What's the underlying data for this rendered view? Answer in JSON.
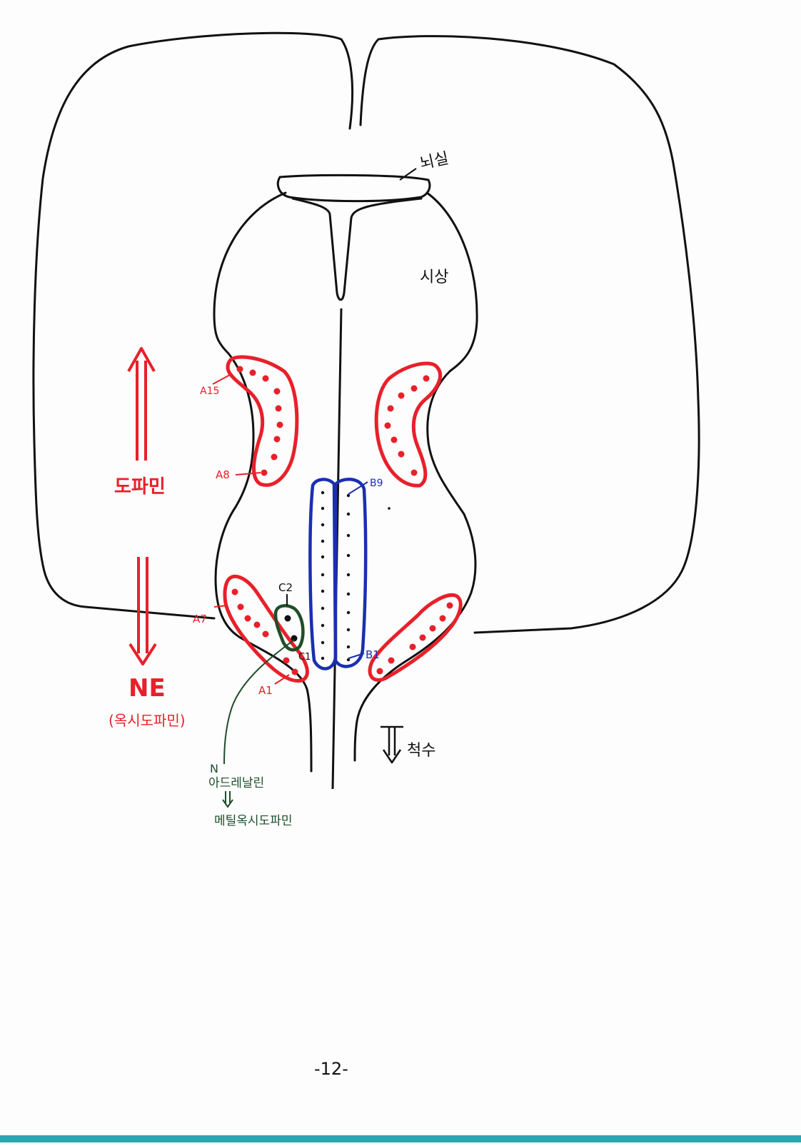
{
  "labels": {
    "ventricle": "뇌실",
    "thalamus": "시상",
    "dopamine": "도파민",
    "ne": "NE",
    "oxydopamine": "(옥시도파민)",
    "spinal_cord": "척수",
    "a15": "A15",
    "a8": "A8",
    "a7": "A7",
    "a1": "A1",
    "b9": "B9",
    "b1": "B1",
    "c2": "C2",
    "c1": "C1",
    "n": "N",
    "adrenaline": "아드레날린",
    "methoxy": "메틸옥시도파민"
  },
  "page_number": "-12-",
  "colors": {
    "outline": "#111111",
    "dopamine_red": "#e8202a",
    "serotonin_blue": "#1a2fb0",
    "adrenaline_green": "#1f4d2a",
    "bottom_strip": "#2aa4b0"
  }
}
